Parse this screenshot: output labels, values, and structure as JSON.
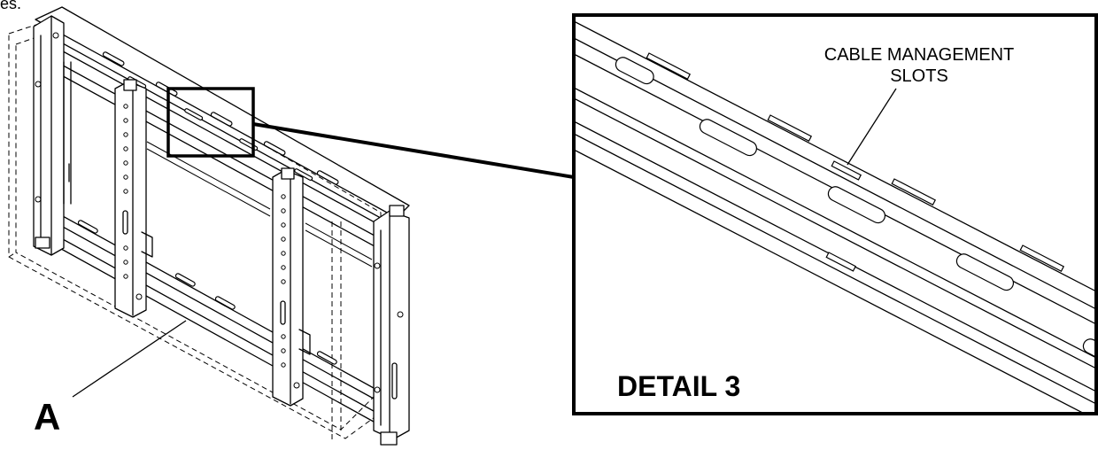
{
  "callout_label": "A",
  "detail": {
    "title": "DETAIL 3",
    "annotation_line1": "CABLE MANAGEMENT",
    "annotation_line2": "SLOTS"
  }
}
